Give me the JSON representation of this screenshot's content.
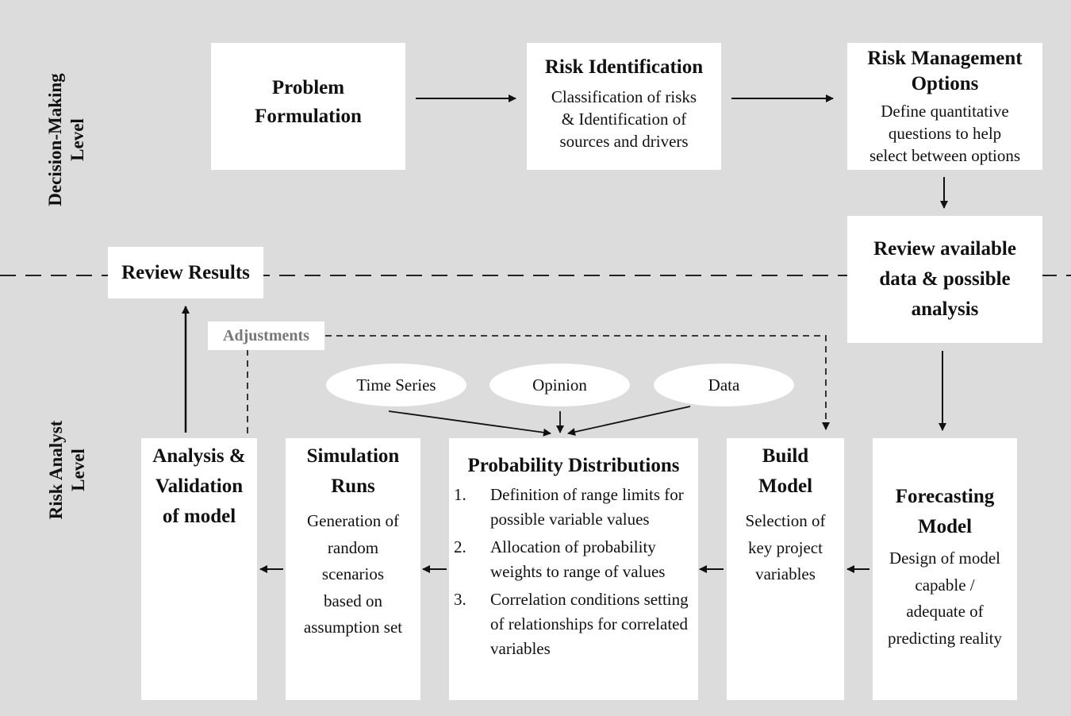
{
  "levels": {
    "decision": "Decision-Making\nLevel",
    "analyst": "Risk Analyst\nLevel"
  },
  "boxes": {
    "problem_formulation": {
      "title": "Problem\nFormulation"
    },
    "risk_identification": {
      "title": "Risk Identification",
      "desc": "Classification of risks\n& Identification of\nsources and drivers"
    },
    "risk_management_options": {
      "title": "Risk Management\nOptions",
      "desc": "Define quantitative\nquestions to help\nselect between options"
    },
    "review_available_data": {
      "title": "Review available\ndata & possible\nanalysis"
    },
    "review_results": {
      "title": "Review Results"
    },
    "forecasting_model": {
      "title": "Forecasting\nModel",
      "desc": "Design of model\ncapable /\nadequate of\npredicting reality"
    },
    "build_model": {
      "title": "Build\nModel",
      "desc": "Selection of\nkey project\nvariables"
    },
    "probability_distributions": {
      "title": "Probability Distributions",
      "steps": [
        {
          "num": "1.",
          "text": "Definition of range limits for possible variable values"
        },
        {
          "num": "2.",
          "text": "Allocation of probability weights to range of values"
        },
        {
          "num": "3.",
          "text": "Correlation conditions setting of relationships for correlated variables"
        }
      ]
    },
    "simulation_runs": {
      "title": "Simulation\nRuns",
      "desc": "Generation of\nrandom\nscenarios\nbased on\nassumption set"
    },
    "analysis_validation": {
      "title": "Analysis &\nValidation\nof model"
    }
  },
  "inputs": {
    "time_series": "Time Series",
    "opinion": "Opinion",
    "data": "Data"
  },
  "adjustments_label": "Adjustments",
  "colors": {
    "background": "#dcdcdc",
    "box": "#ffffff",
    "adjustments_text": "#777777"
  }
}
